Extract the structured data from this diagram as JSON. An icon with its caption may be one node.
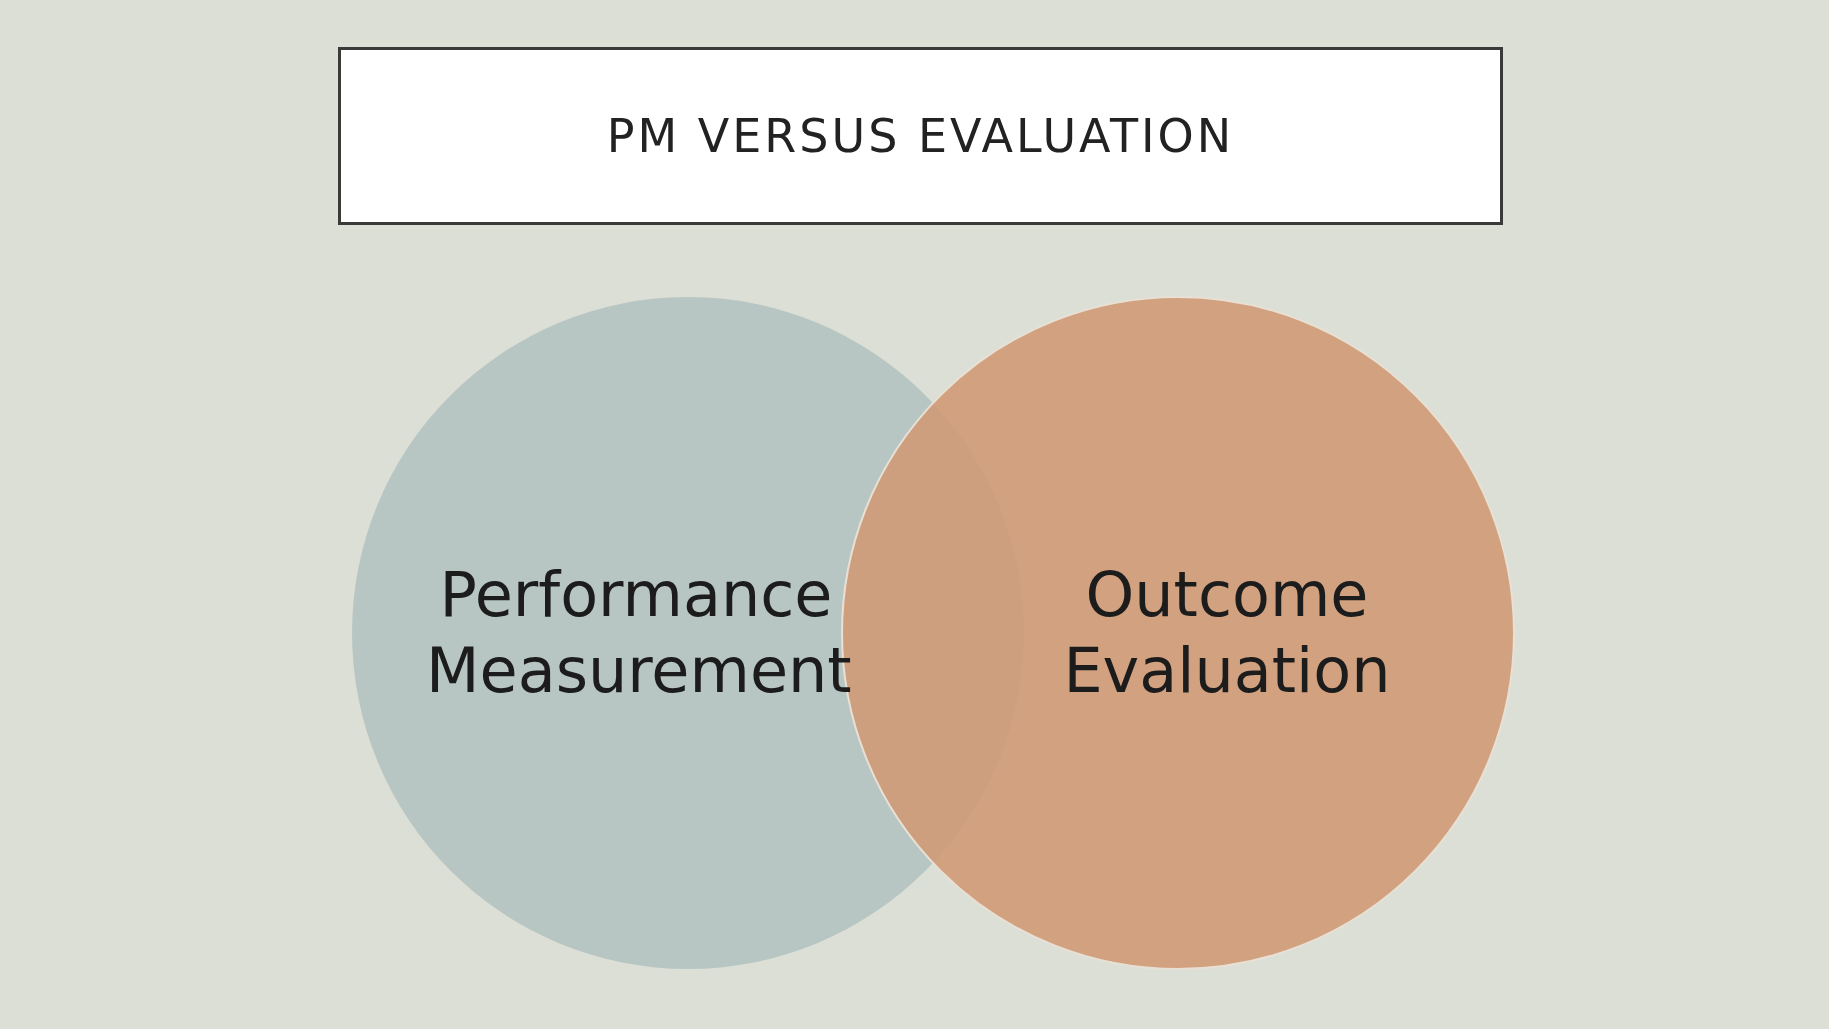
{
  "diagram": {
    "title": "PM VERSUS EVALUATION",
    "nodes": [
      {
        "text": [
          "Performance Measurement"
        ]
      },
      {
        "text": [
          "Outcome Evaluation"
        ]
      }
    ]
  }
}
